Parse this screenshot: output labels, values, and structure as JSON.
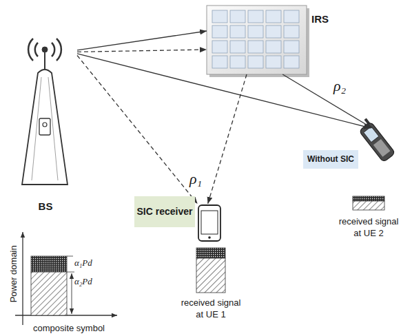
{
  "diagram": {
    "nodes": [
      {
        "text": [
          "BS"
        ]
      },
      {
        "text": [
          "IRS"
        ]
      },
      {
        "text": [
          "Without SIC"
        ]
      },
      {
        "text": [
          "received signal at UE 2"
        ]
      },
      {
        "text": [
          "SIC receiver"
        ]
      },
      {
        "text": [
          "received signal at UE 1"
        ]
      }
    ],
    "edges": [
      {
        "from": 0,
        "to": 1,
        "arrow": "to"
      },
      {
        "from": 0,
        "to": 1,
        "arrow": "to"
      },
      {
        "from": 0,
        "to": 3,
        "arrow": "to"
      },
      {
        "from": 0,
        "to": 5,
        "arrow": "to"
      },
      {
        "from": 1,
        "to": 3,
        "arrow": "to"
      },
      {
        "from": 1,
        "to": 5,
        "arrow": "to"
      }
    ],
    "labels": [
      "ρ₂",
      "ρ₁",
      "α₁Pd",
      "α₂Pd",
      "Power domain",
      "composite symbol"
    ]
  }
}
